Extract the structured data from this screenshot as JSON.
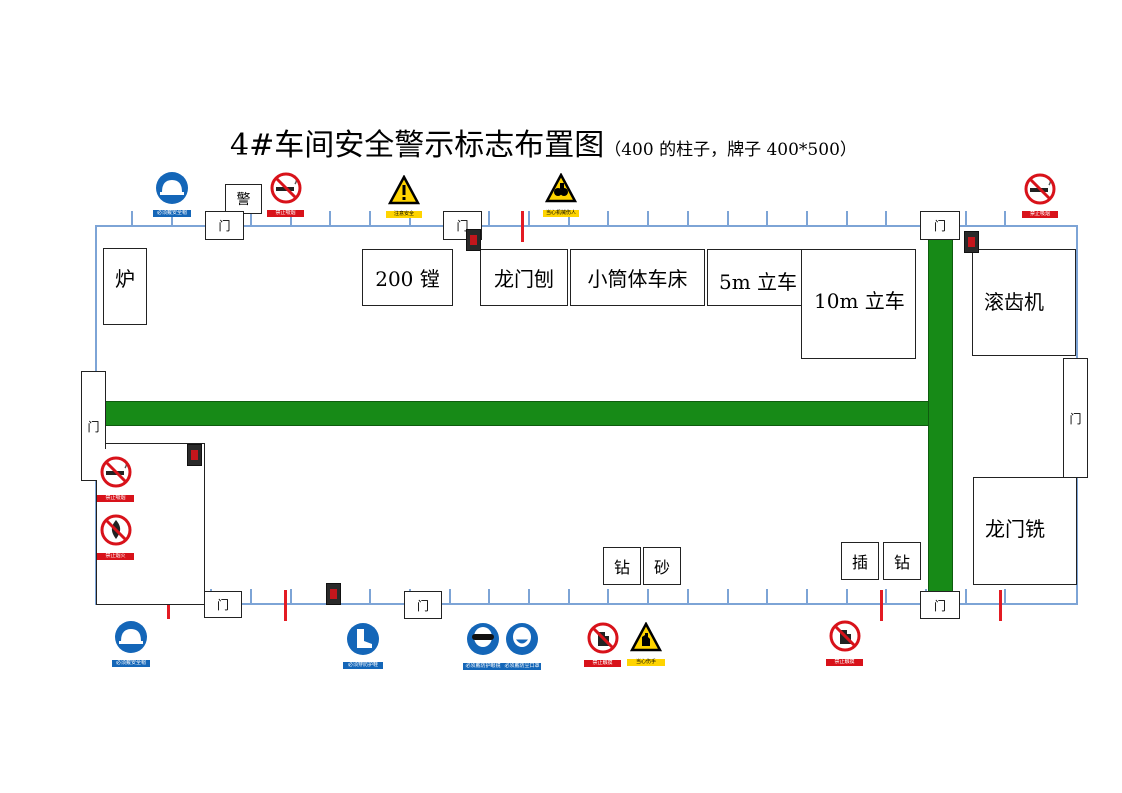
{
  "title": {
    "main": "4#车间安全警示标志布置图",
    "sub": "（400 的柱子，牌子 400*500）"
  },
  "areas": {
    "furnace": "炉",
    "boring_200": "200 镗",
    "gantry_planer": "龙门刨",
    "small_lathe": "小筒体车床",
    "vtl_5m": "5m 立车",
    "vtl_10m": "10m 立车",
    "hobbing": "滚齿机",
    "gantry_mill": "龙门铣",
    "drill_1": "钻",
    "grind": "砂",
    "slotter": "插",
    "drill_2": "钻"
  },
  "labels": {
    "warn_tag": "警",
    "door": "门"
  },
  "signs": [
    {
      "type": "mandatory",
      "icon": "helmet-icon",
      "caption": "必须戴安全帽"
    },
    {
      "type": "prohibition",
      "icon": "no-smoking-icon",
      "caption": "禁止吸烟"
    },
    {
      "type": "warning",
      "icon": "caution-icon",
      "caption": "注意安全"
    },
    {
      "type": "warning",
      "icon": "hand-injury-icon",
      "caption": "当心机械伤人"
    },
    {
      "type": "prohibition",
      "icon": "no-smoking-icon",
      "caption": "禁止吸烟"
    },
    {
      "type": "prohibition",
      "icon": "no-smoking-icon",
      "caption": "禁止吸烟"
    },
    {
      "type": "prohibition",
      "icon": "no-fire-icon",
      "caption": "禁止烟火"
    },
    {
      "type": "mandatory",
      "icon": "helmet-icon",
      "caption": "必须戴安全帽"
    },
    {
      "type": "mandatory",
      "icon": "boot-icon",
      "caption": "必须穿防护鞋"
    },
    {
      "type": "mandatory",
      "icon": "goggles-icon",
      "caption": "必须戴防护眼镜"
    },
    {
      "type": "mandatory",
      "icon": "mask-icon",
      "caption": "必须戴防尘口罩"
    },
    {
      "type": "prohibition",
      "icon": "no-touch-icon",
      "caption": "禁止触摸"
    },
    {
      "type": "warning",
      "icon": "hand-injury-icon",
      "caption": "当心伤手"
    },
    {
      "type": "prohibition",
      "icon": "no-touch-icon",
      "caption": "禁止触摸"
    }
  ],
  "colors": {
    "wall": "#7da4d6",
    "aisle": "#178a17",
    "mandatory": "#1466b8",
    "prohibition": "#d8121a",
    "warning": "#ffd400",
    "marker": "#e31b23"
  }
}
